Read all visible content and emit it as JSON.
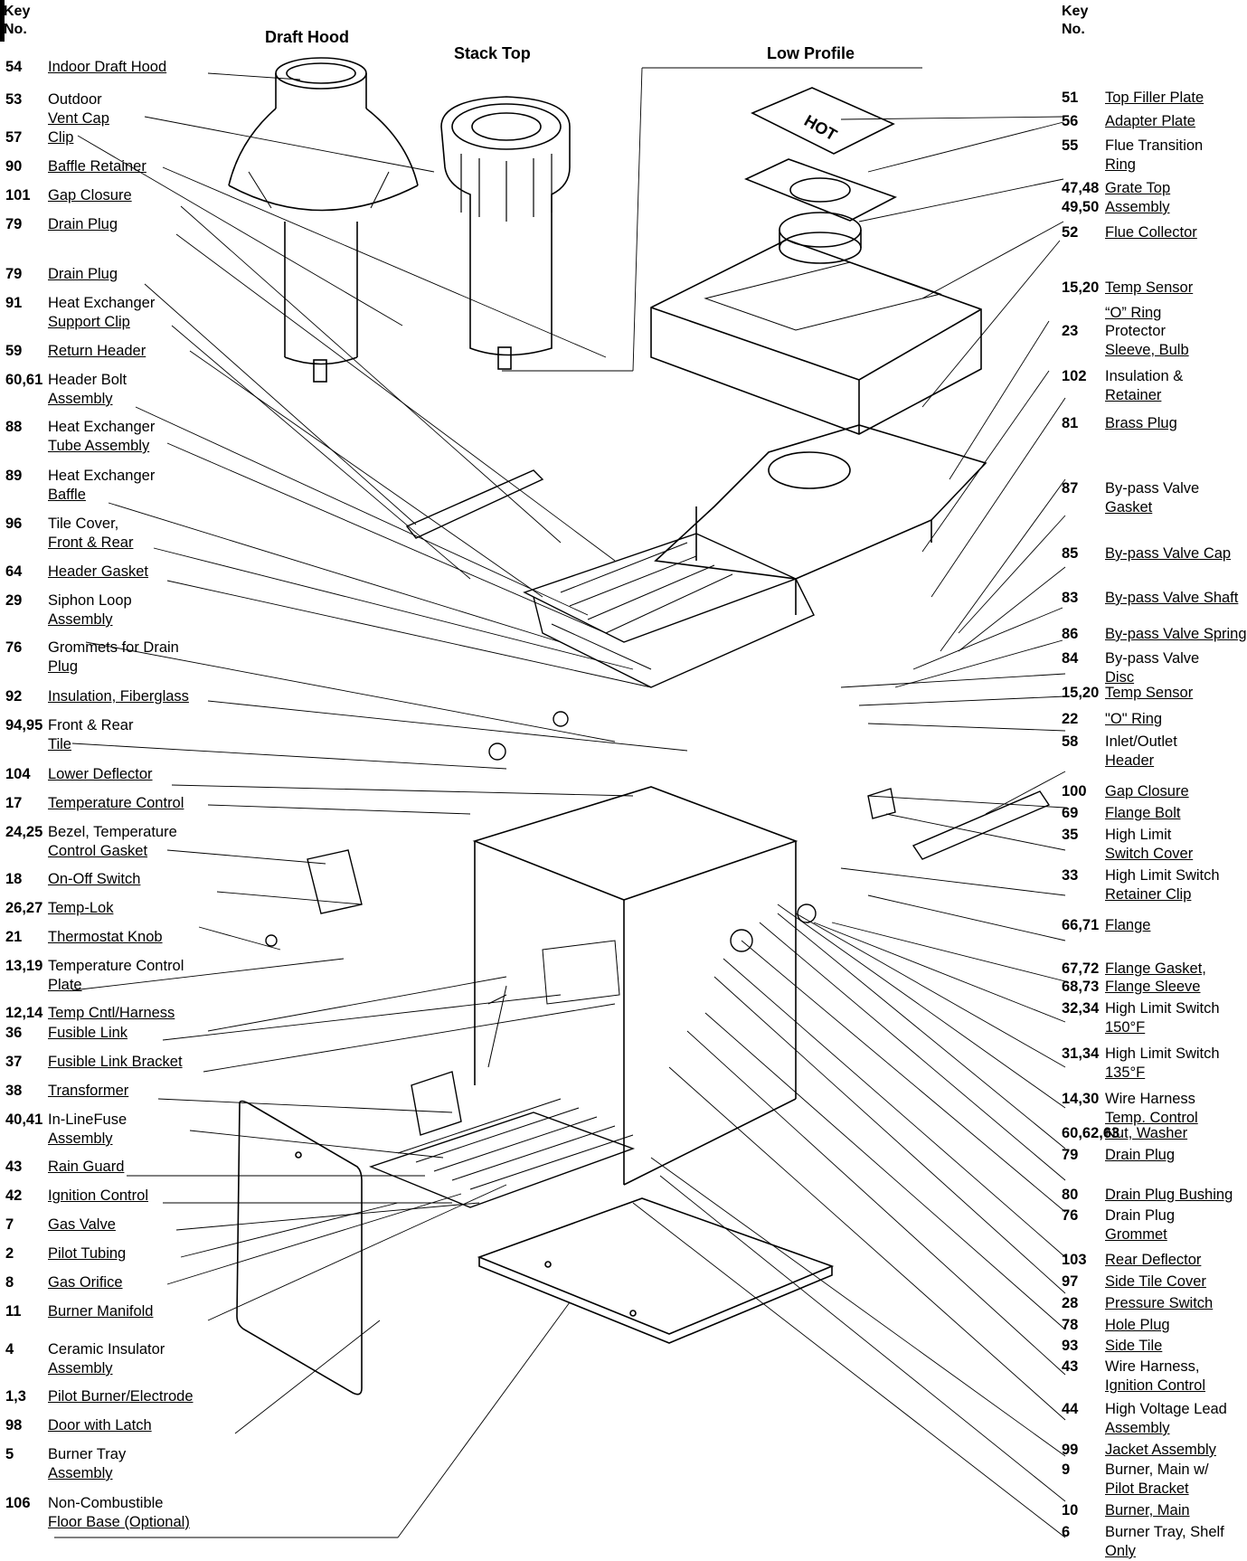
{
  "headers": {
    "key_left": [
      "Key",
      "No."
    ],
    "key_right": [
      "Key",
      "No."
    ],
    "draft_hood": "Draft Hood",
    "stack_top": "Stack Top",
    "low_profile": "Low Profile"
  },
  "diagram_labels": {
    "hot": "HOT"
  },
  "left_parts": [
    {
      "key": "54",
      "label": [
        "Indoor Draft Hood"
      ]
    },
    {
      "key": "53",
      "label": [
        "Outdoor",
        "Vent Cap"
      ]
    },
    {
      "key": "57",
      "label": [
        "Clip"
      ]
    },
    {
      "key": "90",
      "label": [
        "Baffle Retainer"
      ]
    },
    {
      "key": "101",
      "label": [
        "Gap Closure"
      ]
    },
    {
      "key": "79",
      "label": [
        "Drain Plug"
      ]
    },
    {
      "key": "79",
      "label": [
        "Drain Plug"
      ]
    },
    {
      "key": "91",
      "label": [
        "Heat Exchanger",
        "Support Clip"
      ]
    },
    {
      "key": "59",
      "label": [
        "Return Header"
      ]
    },
    {
      "key": "60,61",
      "label": [
        "Header Bolt",
        "Assembly"
      ]
    },
    {
      "key": "88",
      "label": [
        "Heat Exchanger",
        "Tube Assembly"
      ]
    },
    {
      "key": "89",
      "label": [
        "Heat Exchanger",
        "Baffle"
      ]
    },
    {
      "key": "96",
      "label": [
        "Tile Cover,",
        "Front & Rear"
      ]
    },
    {
      "key": "64",
      "label": [
        "Header Gasket"
      ]
    },
    {
      "key": "29",
      "label": [
        "Siphon Loop",
        "Assembly"
      ]
    },
    {
      "key": "76",
      "label": [
        "Grommets for Drain",
        "Plug"
      ]
    },
    {
      "key": "92",
      "label": [
        "Insulation, Fiberglass"
      ]
    },
    {
      "key": "94,95",
      "label": [
        "Front & Rear",
        "Tile"
      ]
    },
    {
      "key": "104",
      "label": [
        "Lower Deflector"
      ]
    },
    {
      "key": "17",
      "label": [
        "Temperature Control"
      ]
    },
    {
      "key": "24,25",
      "label": [
        "Bezel, Temperature",
        "Control Gasket"
      ]
    },
    {
      "key": "18",
      "label": [
        "On-Off Switch"
      ]
    },
    {
      "key": "26,27",
      "label": [
        "Temp-Lok"
      ]
    },
    {
      "key": "21",
      "label": [
        "Thermostat Knob"
      ]
    },
    {
      "key": "13,19",
      "label": [
        "Temperature Control",
        "Plate"
      ]
    },
    {
      "key": "12,14",
      "label": [
        "Temp Cntl/Harness"
      ]
    },
    {
      "key": "36",
      "label": [
        "Fusible Link"
      ]
    },
    {
      "key": "37",
      "label": [
        "Fusible Link Bracket"
      ]
    },
    {
      "key": "38",
      "label": [
        "Transformer"
      ]
    },
    {
      "key": "40,41",
      "label": [
        "In-LineFuse",
        "Assembly"
      ]
    },
    {
      "key": "43",
      "label": [
        "Rain Guard"
      ]
    },
    {
      "key": "42",
      "label": [
        "Ignition Control"
      ]
    },
    {
      "key": "7",
      "label": [
        "Gas Valve"
      ]
    },
    {
      "key": "2",
      "label": [
        "Pilot Tubing"
      ]
    },
    {
      "key": "8",
      "label": [
        "Gas Orifice"
      ]
    },
    {
      "key": "11",
      "label": [
        "Burner Manifold"
      ]
    },
    {
      "key": "4",
      "label": [
        "Ceramic Insulator",
        "Assembly"
      ]
    },
    {
      "key": "1,3",
      "label": [
        "Pilot Burner/Electrode"
      ]
    },
    {
      "key": "98",
      "label": [
        "Door with Latch"
      ]
    },
    {
      "key": "5",
      "label": [
        "Burner Tray",
        "Assembly"
      ]
    },
    {
      "key": "106",
      "label": [
        "Non-Combustible",
        "Floor Base (Optional)"
      ]
    }
  ],
  "right_parts": [
    {
      "key": "51",
      "label": [
        "Top Filler Plate"
      ]
    },
    {
      "key": "56",
      "label": [
        " Adapter Plate"
      ]
    },
    {
      "key": "55",
      "label": [
        "Flue Transition",
        "Ring"
      ]
    },
    {
      "key": "47,48",
      "label": [
        "Grate Top"
      ]
    },
    {
      "key": "49,50",
      "label": [
        "Assembly"
      ]
    },
    {
      "key": "52",
      "label": [
        "Flue Collector"
      ]
    },
    {
      "key": "15,20",
      "label": [
        "Temp Sensor"
      ]
    },
    {
      "key": "",
      "label": [
        "“O” Ring"
      ]
    },
    {
      "key": "23",
      "label": [
        "Protector",
        "Sleeve, Bulb"
      ]
    },
    {
      "key": "102",
      "label": [
        "Insulation &",
        "Retainer"
      ]
    },
    {
      "key": "81",
      "label": [
        "Brass Plug"
      ]
    },
    {
      "key": "87",
      "label": [
        "By-pass Valve",
        "Gasket"
      ]
    },
    {
      "key": "85",
      "label": [
        "By-pass Valve Cap"
      ]
    },
    {
      "key": "83",
      "label": [
        "By-pass Valve Shaft"
      ]
    },
    {
      "key": "86",
      "label": [
        "By-pass Valve Spring"
      ]
    },
    {
      "key": "84",
      "label": [
        "By-pass Valve",
        "Disc"
      ]
    },
    {
      "key": "15,20",
      "label": [
        "Temp Sensor"
      ]
    },
    {
      "key": "22",
      "label": [
        "\"O\" Ring"
      ]
    },
    {
      "key": "58",
      "label": [
        "Inlet/Outlet",
        "Header"
      ]
    },
    {
      "key": "100",
      "label": [
        "Gap Closure"
      ]
    },
    {
      "key": "69",
      "label": [
        "Flange Bolt"
      ]
    },
    {
      "key": "35",
      "label": [
        "High Limit",
        "Switch Cover"
      ]
    },
    {
      "key": "33",
      "label": [
        "High Limit Switch",
        "Retainer Clip"
      ]
    },
    {
      "key": "66,71",
      "label": [
        "Flange"
      ]
    },
    {
      "key": "67,72",
      "label": [
        "Flange Gasket,"
      ]
    },
    {
      "key": "68,73",
      "label": [
        "Flange Sleeve"
      ]
    },
    {
      "key": "32,34",
      "label": [
        "High Limit Switch",
        "150°F"
      ]
    },
    {
      "key": "31,34",
      "label": [
        "High Limit Switch",
        "135°F"
      ]
    },
    {
      "key": "14,30",
      "label": [
        "Wire Harness",
        "Temp. Control"
      ]
    },
    {
      "key": "60,62,63",
      "label": [
        "Nut, Washer"
      ]
    },
    {
      "key": "79",
      "label": [
        "Drain Plug"
      ]
    },
    {
      "key": "80",
      "label": [
        "Drain Plug Bushing"
      ]
    },
    {
      "key": "76",
      "label": [
        "Drain Plug",
        "Grommet"
      ]
    },
    {
      "key": "103",
      "label": [
        "Rear Deflector"
      ]
    },
    {
      "key": "97",
      "label": [
        "Side Tile Cover"
      ]
    },
    {
      "key": "28",
      "label": [
        "Pressure Switch"
      ]
    },
    {
      "key": "78",
      "label": [
        "Hole Plug"
      ]
    },
    {
      "key": "93",
      "label": [
        "Side Tile"
      ]
    },
    {
      "key": "43",
      "label": [
        "Wire Harness,",
        "Ignition Control"
      ]
    },
    {
      "key": "44",
      "label": [
        "High Voltage Lead",
        "Assembly"
      ]
    },
    {
      "key": "99",
      "label": [
        "Jacket Assembly"
      ]
    },
    {
      "key": "9",
      "label": [
        "Burner, Main w/",
        "Pilot Bracket"
      ]
    },
    {
      "key": "10",
      "label": [
        "Burner, Main"
      ]
    },
    {
      "key": "6",
      "label": [
        "Burner Tray, Shelf",
        "Only"
      ]
    }
  ]
}
